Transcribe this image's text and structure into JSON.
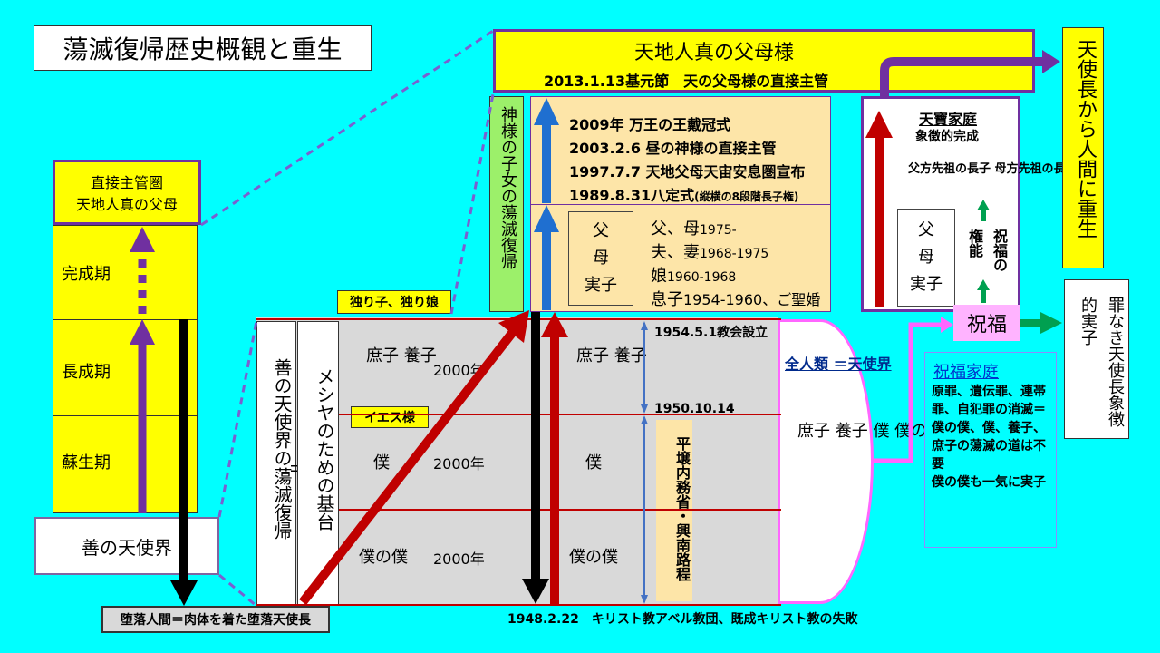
{
  "title": "蕩滅復帰歴史概観と重生",
  "left": {
    "top_box": "直接主管圏\n天地人真の父母",
    "kansei": "完成期",
    "chousei": "長成期",
    "sosei": "蘇生期",
    "good_angels": "善の天使界",
    "fallen": "堕落人間＝肉体を着た堕落天使長"
  },
  "mid": {
    "indemnity_vertical": "善の天使界の蕩滅復帰",
    "equals": "＝",
    "messiah_foundation": "メシヤのための基台",
    "only_son": "独り子、独り娘",
    "jesus": "イエス様",
    "row1_left": "庶子\n養子",
    "row1_year": "2000年",
    "row2_left": "僕",
    "row2_year": "2000年",
    "row3_left": "僕の僕",
    "row3_year": "2000年",
    "row1_right": "庶子\n養子",
    "row2_right": "僕",
    "row3_right": "僕の僕",
    "date_1954": "1954.5.1教会設立",
    "date_1950": "1950.10.14",
    "pyongyang": "平壌内務省・興南路程",
    "date_1948": "1948.2.22　キリスト教アベル教団、既成キリスト教の失敗",
    "all_mankind": "全人類\n＝天使界",
    "all_mankind_list": "庶子\n養子\n僕\n僕の僕"
  },
  "top": {
    "true_parents": "天地人真の父母様",
    "foundation_day": "2013.1.13基元節　天の父母様の直接主管",
    "green_vertical": "神様の子女の蕩滅復帰",
    "events": [
      "2009年 万王の王戴冠式",
      "2003.2.6 昼の神様の直接主管",
      "1997.7.7 天地父母天宙安息圏宣布",
      "1989.8.31八定式"
    ],
    "event_suffix": "(縦横の8段階長子権)",
    "fumoshi": "父\n母\n実子",
    "fubo": "父、母",
    "fubo_y": "1975-",
    "fusai": "夫、妻",
    "fusai_y": "1968-1975",
    "musume": "娘",
    "musume_y": "1960-1968",
    "musuko": "息子",
    "musuko_y": "1954-1960、ご聖婚"
  },
  "right": {
    "tenpo": "天寶家庭",
    "tenpo_sub": "象徴的完成",
    "elders": "父方先祖の長子\n母方先祖の長子",
    "fumoshi": "父\n母\n実子",
    "kenno": "権能",
    "shukufuku_no": "祝福の",
    "rebirth": "天使長から人間に重生",
    "blessing": "祝福",
    "sinless": "罪なき天使長象徴的実子",
    "blessed_family_title": "祝福家庭",
    "blessed_family_text": "原罪、遺伝罪、連帯罪、自犯罪の消滅＝僕の僕、僕、養子、庶子の蕩滅の道は不要\n僕の僕も一気に実子"
  }
}
